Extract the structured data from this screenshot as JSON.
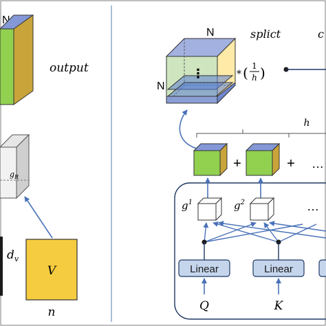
{
  "left_panel": {
    "top_label": "N",
    "output_label": "output",
    "g_label_base": "g",
    "g_label_sub": "R",
    "dv_base": "d",
    "dv_sub": "v",
    "v_label": "V",
    "n_label": "n"
  },
  "right_panel": {
    "cube_n_left": "N",
    "cube_n_top": "N",
    "cube_dots": "⋮",
    "split_label": "splict",
    "cut_label": "c",
    "scale_star": "*",
    "scale_numerator": "1",
    "scale_denominator": "h",
    "h_label": "h",
    "plus1": "+",
    "plus2": "+",
    "ellipsis_top": "…",
    "g1_base": "g",
    "g1_sup": "1",
    "g2_base": "g",
    "g2_sup": "2",
    "ellipsis_mid": "…",
    "linear1": "Linear",
    "linear2": "Linear",
    "q_label": "Q",
    "k_label": "K"
  },
  "colors": {
    "blue_top": "#8497d6",
    "green": "#92d050",
    "gold": "#c9a43a",
    "yellow": "#f5cc3f",
    "arrow_blue": "#4a72b8",
    "linear_fill": "#c5d5ec",
    "gray_cube": "#d9d9d9"
  }
}
